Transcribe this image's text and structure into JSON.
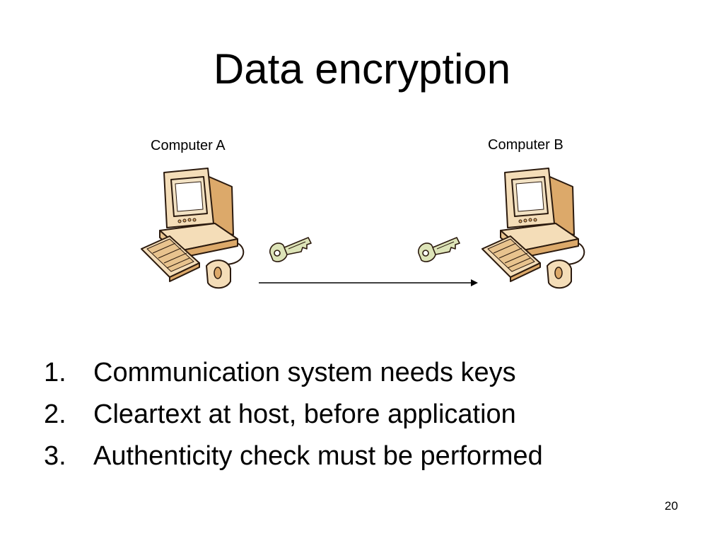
{
  "slide": {
    "title": "Data encryption",
    "page_number": "20"
  },
  "diagram": {
    "computer_a_label": "Computer A",
    "computer_b_label": "Computer B",
    "icons": [
      "computer-icon",
      "key-icon",
      "key-icon",
      "computer-icon",
      "arrow-right"
    ]
  },
  "list": {
    "items": [
      {
        "number": "1.",
        "text": "Communication system needs keys"
      },
      {
        "number": "2.",
        "text": "Cleartext at host, before application"
      },
      {
        "number": "3.",
        "text": "Authenticity check must be performed"
      }
    ]
  },
  "colors": {
    "computer_body": "#f4ddb8",
    "computer_shade": "#dca96a",
    "screen": "#f2e2c4",
    "key_fill": "#dde4b8",
    "outline": "#2b1a0e"
  }
}
